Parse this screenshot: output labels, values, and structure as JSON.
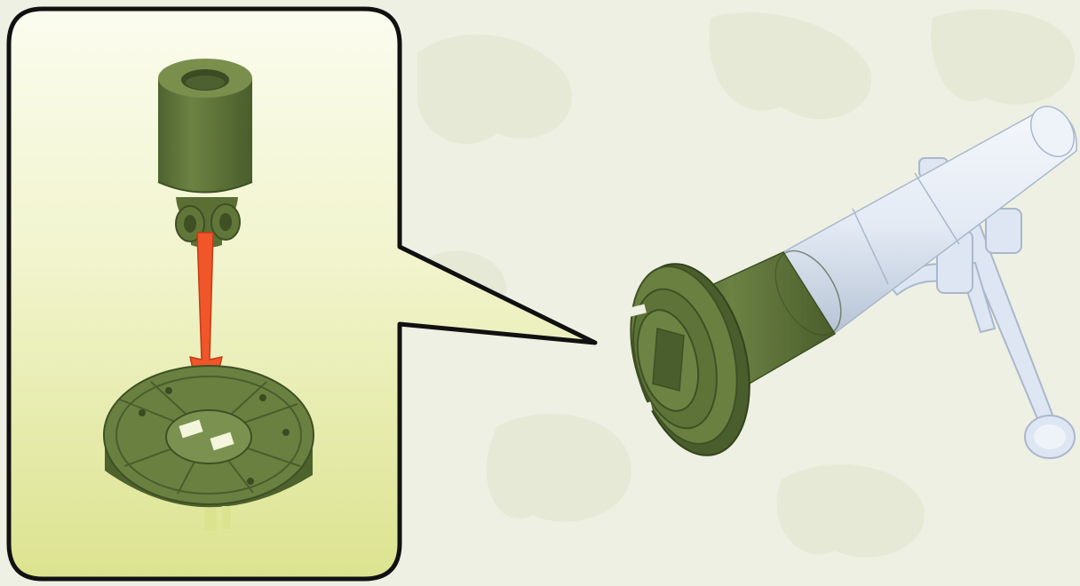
{
  "illustration": {
    "colors": {
      "background": "#eef0e3",
      "camo_blotch": "#e3e7d2",
      "callout_top": "#fbfcef",
      "callout_bottom": "#dfe59a",
      "outline": "#111111",
      "part_green": "#5e7338",
      "part_green_dark": "#45582a",
      "part_green_light": "#7d9150",
      "arrow": "#f0562a",
      "tube_grey": "#dde6f2",
      "tube_grey_shade": "#b9c6d8"
    },
    "icons": [
      "callout-panel",
      "mount-sleeve-part",
      "insert-arrow-icon",
      "baseplate-part",
      "mortar-assembly"
    ]
  }
}
